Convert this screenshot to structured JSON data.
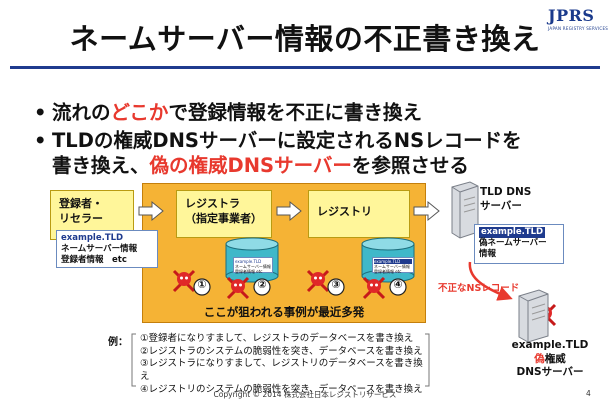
{
  "logo": {
    "name": "JPRS",
    "sub": "JAPAN REGISTRY SERVICES"
  },
  "title": "ネームサーバー情報の不正書き換え",
  "bullets": {
    "b1": {
      "pre": "流れの",
      "hl": "どこか",
      "post": "で登録情報を不正に書き換え"
    },
    "b2": {
      "line1": "TLDの権威DNSサーバーに設定されるNSレコードを",
      "pre": "書き換え、",
      "hl": "偽の権威DNSサーバー",
      "post": "を参照させる"
    }
  },
  "diagram": {
    "registrant": {
      "line1": "登録者・",
      "line2": "リセラー"
    },
    "registrar": {
      "line1": "レジストラ",
      "line2": "（指定事業者）"
    },
    "registry": "レジストリ",
    "registrant_note": {
      "line1": "example.TLD",
      "line2": "ネームサーバー情報",
      "line3": "登録者情報　etc"
    },
    "db_label_hl": "example.TLD",
    "db_label_text": "ネームサーバー情報",
    "db_label_sub": "登録者情報 etc",
    "markers": [
      "①",
      "②",
      "③",
      "④"
    ],
    "caption": "ここが狙われる事例が最近多発",
    "tld_server": {
      "line1": "TLD DNS",
      "line2": "サーバー"
    },
    "tld_note": {
      "line1": "example.TLD",
      "line2": "偽ネームサーバー",
      "line3": "情報"
    },
    "ns_record_label": "不正なNSレコード",
    "fake_server": {
      "line1": "example.TLD",
      "line2": "偽",
      "line3": "権威",
      "line4": "DNSサーバー"
    }
  },
  "examples": {
    "label": "例：",
    "items": [
      "①登録者になりすまして、レジストラのデータベースを書き換え",
      "②レジストラのシステムの脆弱性を突き、データベースを書き換え",
      "③レジストラになりすまして、レジストリのデータベースを書き換え",
      "④レジストリのシステムの脆弱性を突き、データベースを書き換え"
    ]
  },
  "footer": "Copyright © 2014 株式会社日本レジストリサービス",
  "page_number": "4",
  "colors": {
    "accent_blue": "#1f3b8e",
    "highlight_red": "#e8392e",
    "orange": "#f5b335",
    "yellow": "#fff69a",
    "teal": "#3fb8c9"
  }
}
